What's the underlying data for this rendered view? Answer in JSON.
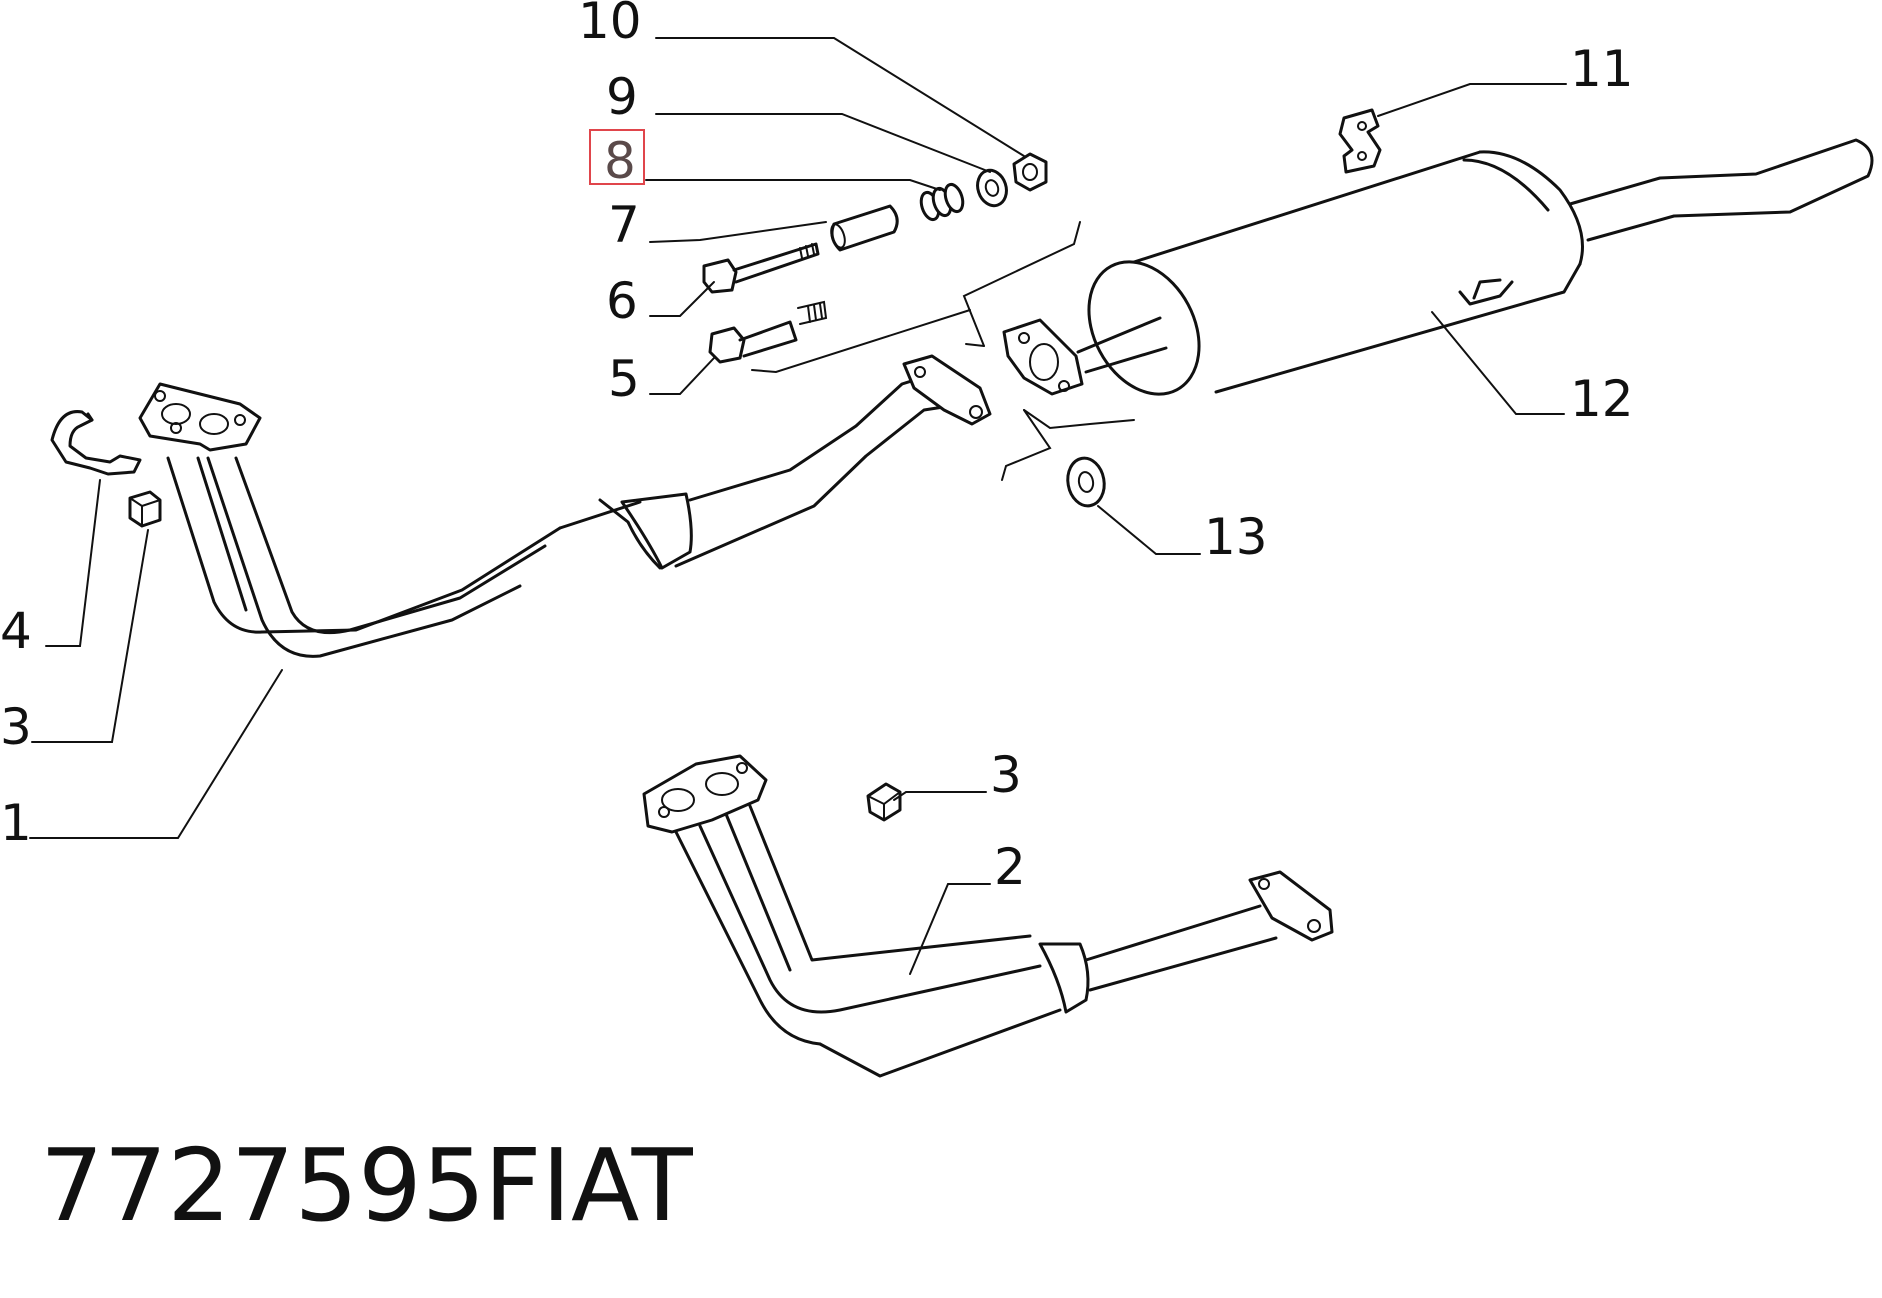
{
  "callouts": {
    "c1": "1",
    "c2": "2",
    "c3a": "3",
    "c3b": "3",
    "c4": "4",
    "c5": "5",
    "c6": "6",
    "c7": "7",
    "c8": "8",
    "c9": "9",
    "c10": "10",
    "c11": "11",
    "c12": "12",
    "c13": "13"
  },
  "highlighted_callout": "8",
  "highlight_color": "#e0454b",
  "caption": {
    "part_number": "7727595",
    "brand": "FIAT"
  }
}
